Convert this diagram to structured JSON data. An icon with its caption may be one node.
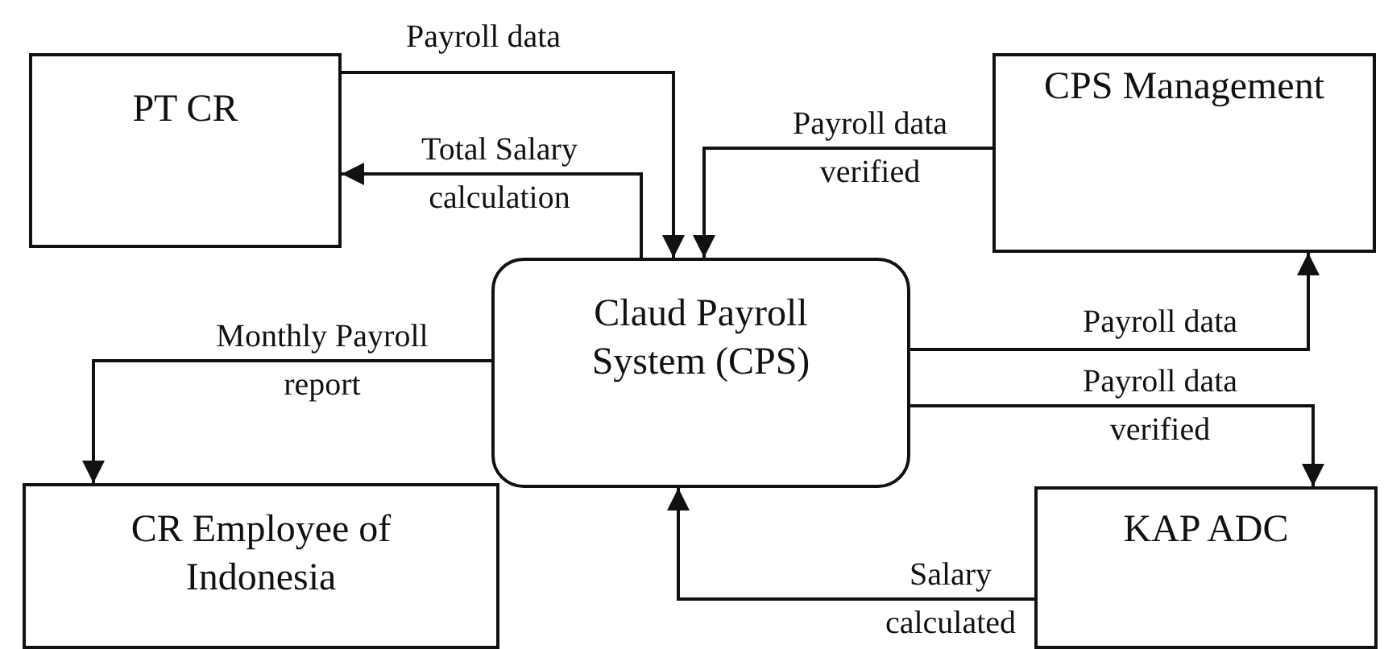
{
  "diagram": {
    "nodes": [
      {
        "text": [
          "PT CR"
        ]
      },
      {
        "text": [
          "CPS Management"
        ]
      },
      {
        "text": [
          "Claud Payroll System (CPS)"
        ]
      },
      {
        "text": [
          "CR Employee of Indonesia"
        ]
      },
      {
        "text": [
          "KAP ADC"
        ]
      }
    ],
    "edges": [
      {
        "from": 0,
        "to": 2,
        "arrow": "to",
        "label": "Payroll data"
      },
      {
        "from": 2,
        "to": 0,
        "arrow": "to",
        "label": "Total Salary calculation"
      },
      {
        "from": 1,
        "to": 2,
        "arrow": "to",
        "label": "Payroll data verified"
      },
      {
        "from": 2,
        "to": 1,
        "arrow": "to",
        "label": "Payroll data"
      },
      {
        "from": 2,
        "to": 4,
        "arrow": "to",
        "label": "Payroll data verified"
      },
      {
        "from": 4,
        "to": 2,
        "arrow": "to",
        "label": "Salary calculated"
      },
      {
        "from": 2,
        "to": 3,
        "arrow": "to",
        "label": "Monthly Payroll report"
      }
    ]
  }
}
